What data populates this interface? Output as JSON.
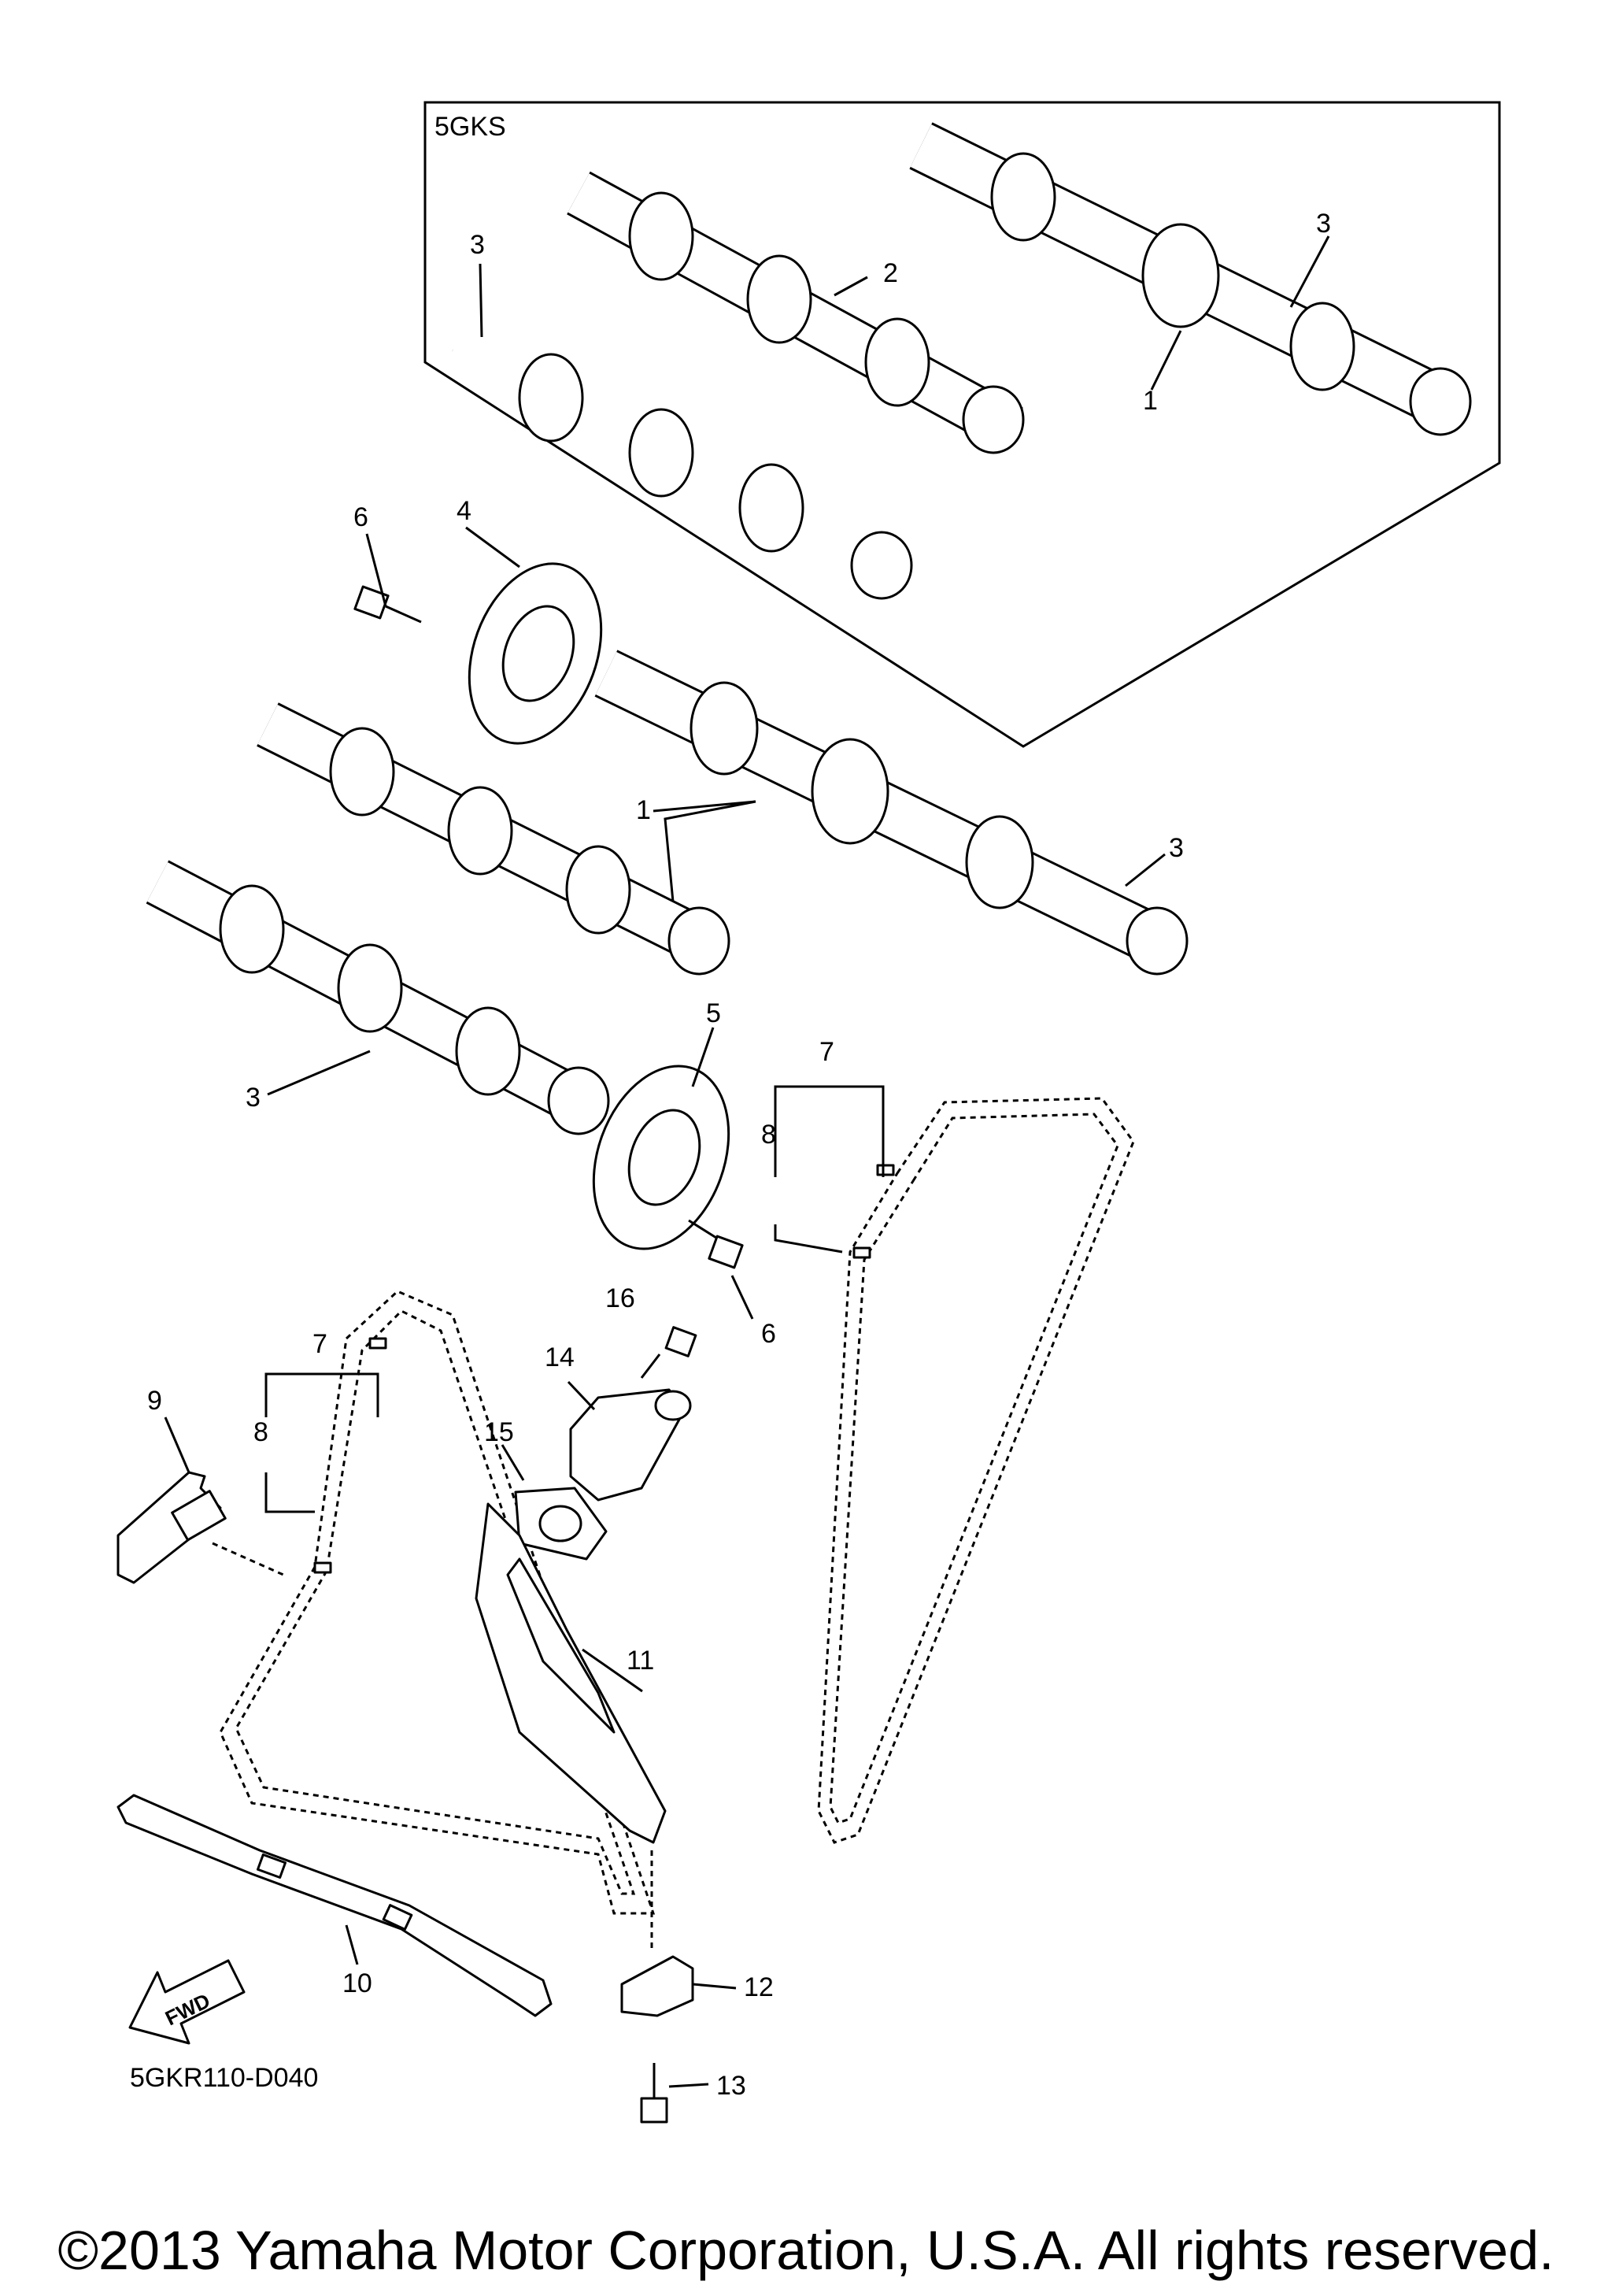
{
  "box_label": "5GKS",
  "diagram_code": "5GKR110-D040",
  "fwd_label": "FWD",
  "copyright": "©2013 Yamaha Motor Corporation, U.S.A. All rights reserved.",
  "callouts": {
    "c1a": "1",
    "c1b": "1",
    "c2": "2",
    "c3a": "3",
    "c3b": "3",
    "c3c": "3",
    "c3d": "3",
    "c4": "4",
    "c5": "5",
    "c6a": "6",
    "c6b": "6",
    "c7a": "7",
    "c7b": "7",
    "c8a": "8",
    "c8b": "8",
    "c9": "9",
    "c10": "10",
    "c11": "11",
    "c12": "12",
    "c13": "13",
    "c14": "14",
    "c15": "15",
    "c16": "16"
  }
}
